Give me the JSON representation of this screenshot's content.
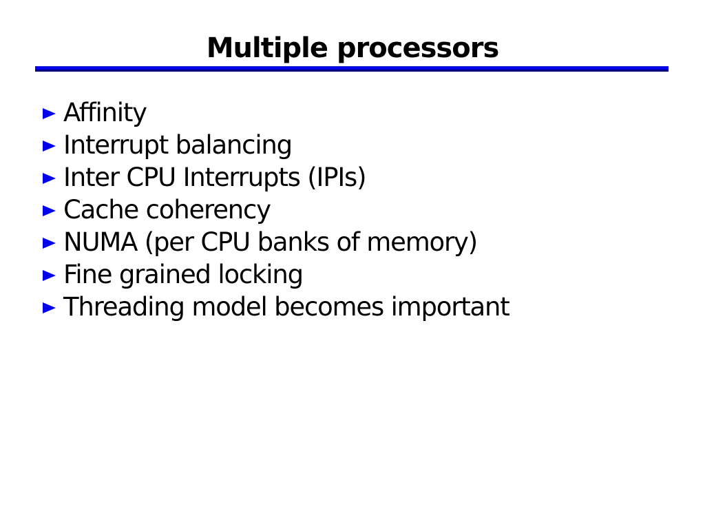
{
  "title": "Multiple processors",
  "bullets": [
    "Affinity",
    "Interrupt balancing",
    "Inter CPU Interrupts (IPIs)",
    "Cache coherency",
    "NUMA (per CPU banks of memory)",
    "Fine grained locking",
    "Threading model becomes important"
  ],
  "icons": {
    "bullet": "triangle-right-icon"
  },
  "colors": {
    "bullet_blue": "#0000ee",
    "rule_top": "#2222cc",
    "rule_mid": "#0000ee",
    "rule_bottom": "#000077",
    "text": "#000000",
    "background": "#ffffff"
  }
}
